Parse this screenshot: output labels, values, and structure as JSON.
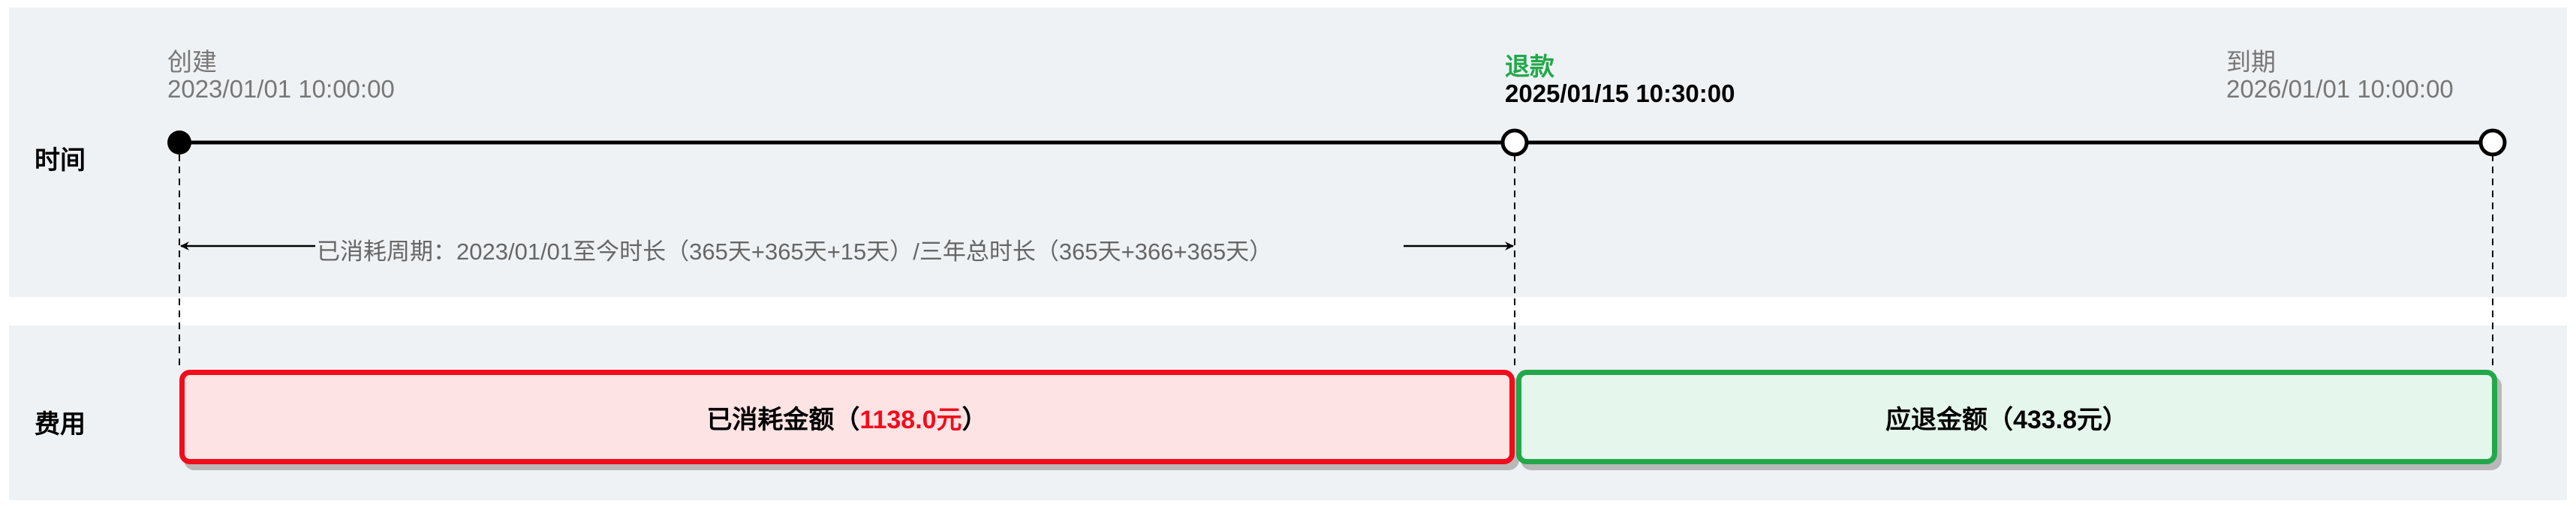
{
  "rows": {
    "time_label": "时间",
    "cost_label": "费用"
  },
  "events": {
    "created": {
      "label": "创建",
      "date": "2023/01/01 10:00:00"
    },
    "refund": {
      "label": "退款",
      "date": "2025/01/15 10:30:00"
    },
    "expiry": {
      "label": "到期",
      "date": "2026/01/01 10:00:00"
    }
  },
  "consumed_period": "已消耗周期：2023/01/01至今时长（365天+365天+15天）/三年总时长（365天+366+365天）",
  "consumed_box": {
    "prefix": "已消耗金额（",
    "amount": "1138.0元",
    "suffix": "）"
  },
  "refund_box": {
    "label": "应退金额（433.8元）"
  },
  "colors": {
    "consumed_border": "#f20c1c",
    "consumed_fill": "#fde3e4",
    "consumed_amount": "#f20c1c",
    "refund_border": "#22a84a",
    "refund_fill": "#e5f6ec",
    "refund_label": "#22a84a",
    "panel": "#eff2f5"
  }
}
